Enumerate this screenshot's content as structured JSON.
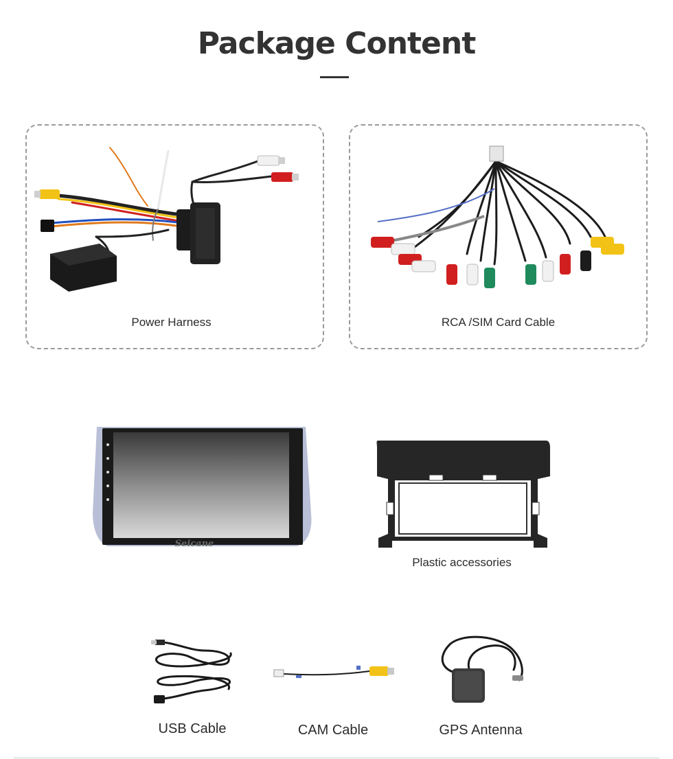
{
  "page": {
    "title": "Package Content"
  },
  "items": {
    "power_harness": {
      "label": "Power Harness"
    },
    "rca_cable": {
      "label": "RCA /SIM Card Cable"
    },
    "head_unit": {
      "brand": "Seicane"
    },
    "plastic": {
      "label": "Plastic accessories"
    },
    "usb": {
      "label": "USB Cable"
    },
    "cam": {
      "label": "CAM Cable"
    },
    "gps": {
      "label": "GPS Antenna"
    }
  },
  "colors": {
    "red": "#d11f1f",
    "white": "#f1f1f1",
    "yellow": "#f2c316",
    "green": "#1f8a5c",
    "black": "#1c1c1c",
    "dashed_border": "#9a9a9a"
  }
}
